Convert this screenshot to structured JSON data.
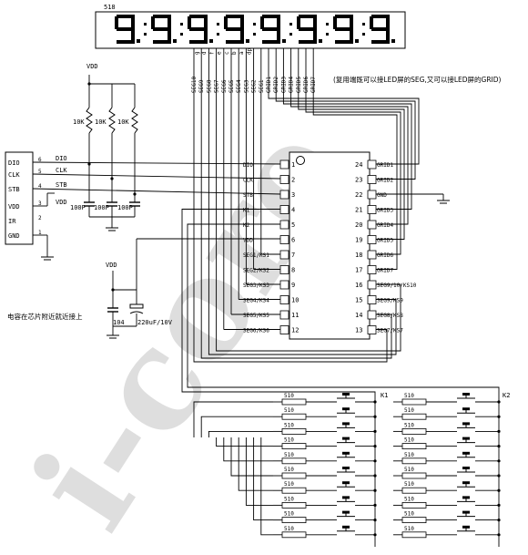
{
  "display": {
    "label": "518",
    "digits": 8
  },
  "watermark": "i-core",
  "connector": {
    "pins": [
      {
        "num": "6",
        "name": "DIO",
        "net": "DIO"
      },
      {
        "num": "5",
        "name": "CLK",
        "net": "CLK"
      },
      {
        "num": "4",
        "name": "STB",
        "net": "STB"
      },
      {
        "num": "3",
        "name": "VDD",
        "net": "VDD"
      },
      {
        "num": "2",
        "name": "IR",
        "net": ""
      },
      {
        "num": "1",
        "name": "GND",
        "net": ""
      }
    ]
  },
  "vdd_top": "VDD",
  "vdd_mid": "VDD",
  "resistors": [
    "10K",
    "10K",
    "10K"
  ],
  "caps_small": [
    "100P",
    "100P",
    "100P"
  ],
  "cap_104": "104",
  "cap_elec": "220uF/10V",
  "note_decoupling": "电容在芯片附近就近接上",
  "note_grid": "(复用端既可以接LED屏的SEG,又可以接LED屏的GRID)",
  "seg_labels": [
    "SEG10",
    "SEG9",
    "SEG8",
    "SEG7",
    "SEG6",
    "SEG5",
    "SEG4",
    "SEG3",
    "SEG2",
    "SEG1",
    "GRID1",
    "GRID2",
    "GRID3",
    "GRID4",
    "GRID5",
    "GRID6",
    "GRID7"
  ],
  "disp_pins": [
    "g",
    "d",
    "f",
    "e",
    "c",
    "b",
    "a",
    "dp"
  ],
  "chip": {
    "left": [
      {
        "num": "1",
        "name": "DIO"
      },
      {
        "num": "2",
        "name": "CLK"
      },
      {
        "num": "3",
        "name": "STB"
      },
      {
        "num": "4",
        "name": "K1"
      },
      {
        "num": "5",
        "name": "K2"
      },
      {
        "num": "6",
        "name": "VDD"
      },
      {
        "num": "7",
        "name": "SEG1/KS1"
      },
      {
        "num": "8",
        "name": "SEG2/KS2"
      },
      {
        "num": "9",
        "name": "SEG3/KS3"
      },
      {
        "num": "10",
        "name": "SEG4/KS4"
      },
      {
        "num": "11",
        "name": "SEG5/KS5"
      },
      {
        "num": "12",
        "name": "SEG6/KS6"
      }
    ],
    "right": [
      {
        "num": "24",
        "name": "GRID1"
      },
      {
        "num": "23",
        "name": "GRID2"
      },
      {
        "num": "22",
        "name": "GND"
      },
      {
        "num": "21",
        "name": "GRID3"
      },
      {
        "num": "20",
        "name": "GRID4"
      },
      {
        "num": "19",
        "name": "GRID5"
      },
      {
        "num": "18",
        "name": "GRID6"
      },
      {
        "num": "17",
        "name": "GRID7"
      },
      {
        "num": "16",
        "name": "SEG9/10/KS10"
      },
      {
        "num": "15",
        "name": "SEG9/KS9"
      },
      {
        "num": "14",
        "name": "SEG8/KS8"
      },
      {
        "num": "13",
        "name": "SEG7/KS7"
      }
    ]
  },
  "keys": {
    "k1": "K1",
    "k2": "K2",
    "resistor": "510",
    "rows": 10
  }
}
